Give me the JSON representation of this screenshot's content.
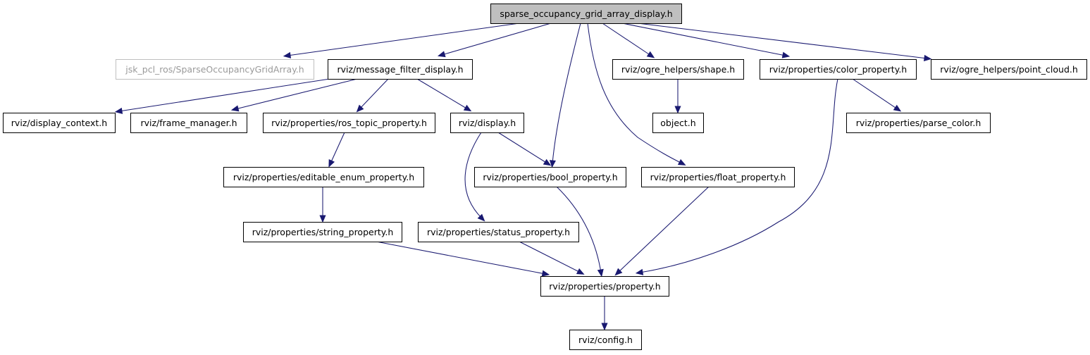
{
  "diagram": {
    "colors": {
      "edge": "#191970",
      "node_border": "#000000",
      "root_fill": "#bfbfbf",
      "external_border": "#bfbfbf",
      "external_text": "#9a9a9a"
    },
    "nodes": [
      {
        "id": "root",
        "label": "sparse_occupancy_grid_array_display.h",
        "style": "root"
      },
      {
        "id": "jsk",
        "label": "jsk_pcl_ros/SparseOccupancyGridArray.h",
        "style": "external"
      },
      {
        "id": "mfd",
        "label": "rviz/message_filter_display.h",
        "style": "normal"
      },
      {
        "id": "shape",
        "label": "rviz/ogre_helpers/shape.h",
        "style": "normal"
      },
      {
        "id": "colorprop",
        "label": "rviz/properties/color_property.h",
        "style": "normal"
      },
      {
        "id": "pointcloud",
        "label": "rviz/ogre_helpers/point_cloud.h",
        "style": "normal"
      },
      {
        "id": "dispctx",
        "label": "rviz/display_context.h",
        "style": "normal"
      },
      {
        "id": "framemgr",
        "label": "rviz/frame_manager.h",
        "style": "normal"
      },
      {
        "id": "rostopic",
        "label": "rviz/properties/ros_topic_property.h",
        "style": "normal"
      },
      {
        "id": "display",
        "label": "rviz/display.h",
        "style": "normal"
      },
      {
        "id": "object",
        "label": "object.h",
        "style": "normal"
      },
      {
        "id": "parsecolor",
        "label": "rviz/properties/parse_color.h",
        "style": "normal"
      },
      {
        "id": "editenum",
        "label": "rviz/properties/editable_enum_property.h",
        "style": "normal"
      },
      {
        "id": "boolprop",
        "label": "rviz/properties/bool_property.h",
        "style": "normal"
      },
      {
        "id": "floatprop",
        "label": "rviz/properties/float_property.h",
        "style": "normal"
      },
      {
        "id": "stringprop",
        "label": "rviz/properties/string_property.h",
        "style": "normal"
      },
      {
        "id": "statusprop",
        "label": "rviz/properties/status_property.h",
        "style": "normal"
      },
      {
        "id": "property",
        "label": "rviz/properties/property.h",
        "style": "normal"
      },
      {
        "id": "config",
        "label": "rviz/config.h",
        "style": "normal"
      }
    ],
    "edges": [
      {
        "from": "root",
        "to": "jsk"
      },
      {
        "from": "root",
        "to": "mfd"
      },
      {
        "from": "root",
        "to": "boolprop"
      },
      {
        "from": "root",
        "to": "floatprop"
      },
      {
        "from": "root",
        "to": "shape"
      },
      {
        "from": "root",
        "to": "colorprop"
      },
      {
        "from": "root",
        "to": "pointcloud"
      },
      {
        "from": "mfd",
        "to": "dispctx"
      },
      {
        "from": "mfd",
        "to": "framemgr"
      },
      {
        "from": "mfd",
        "to": "rostopic"
      },
      {
        "from": "mfd",
        "to": "display"
      },
      {
        "from": "shape",
        "to": "object"
      },
      {
        "from": "colorprop",
        "to": "parsecolor"
      },
      {
        "from": "colorprop",
        "to": "property"
      },
      {
        "from": "rostopic",
        "to": "editenum"
      },
      {
        "from": "display",
        "to": "boolprop"
      },
      {
        "from": "display",
        "to": "statusprop"
      },
      {
        "from": "editenum",
        "to": "stringprop"
      },
      {
        "from": "boolprop",
        "to": "property"
      },
      {
        "from": "floatprop",
        "to": "property"
      },
      {
        "from": "stringprop",
        "to": "property"
      },
      {
        "from": "statusprop",
        "to": "property"
      },
      {
        "from": "property",
        "to": "config"
      }
    ]
  }
}
